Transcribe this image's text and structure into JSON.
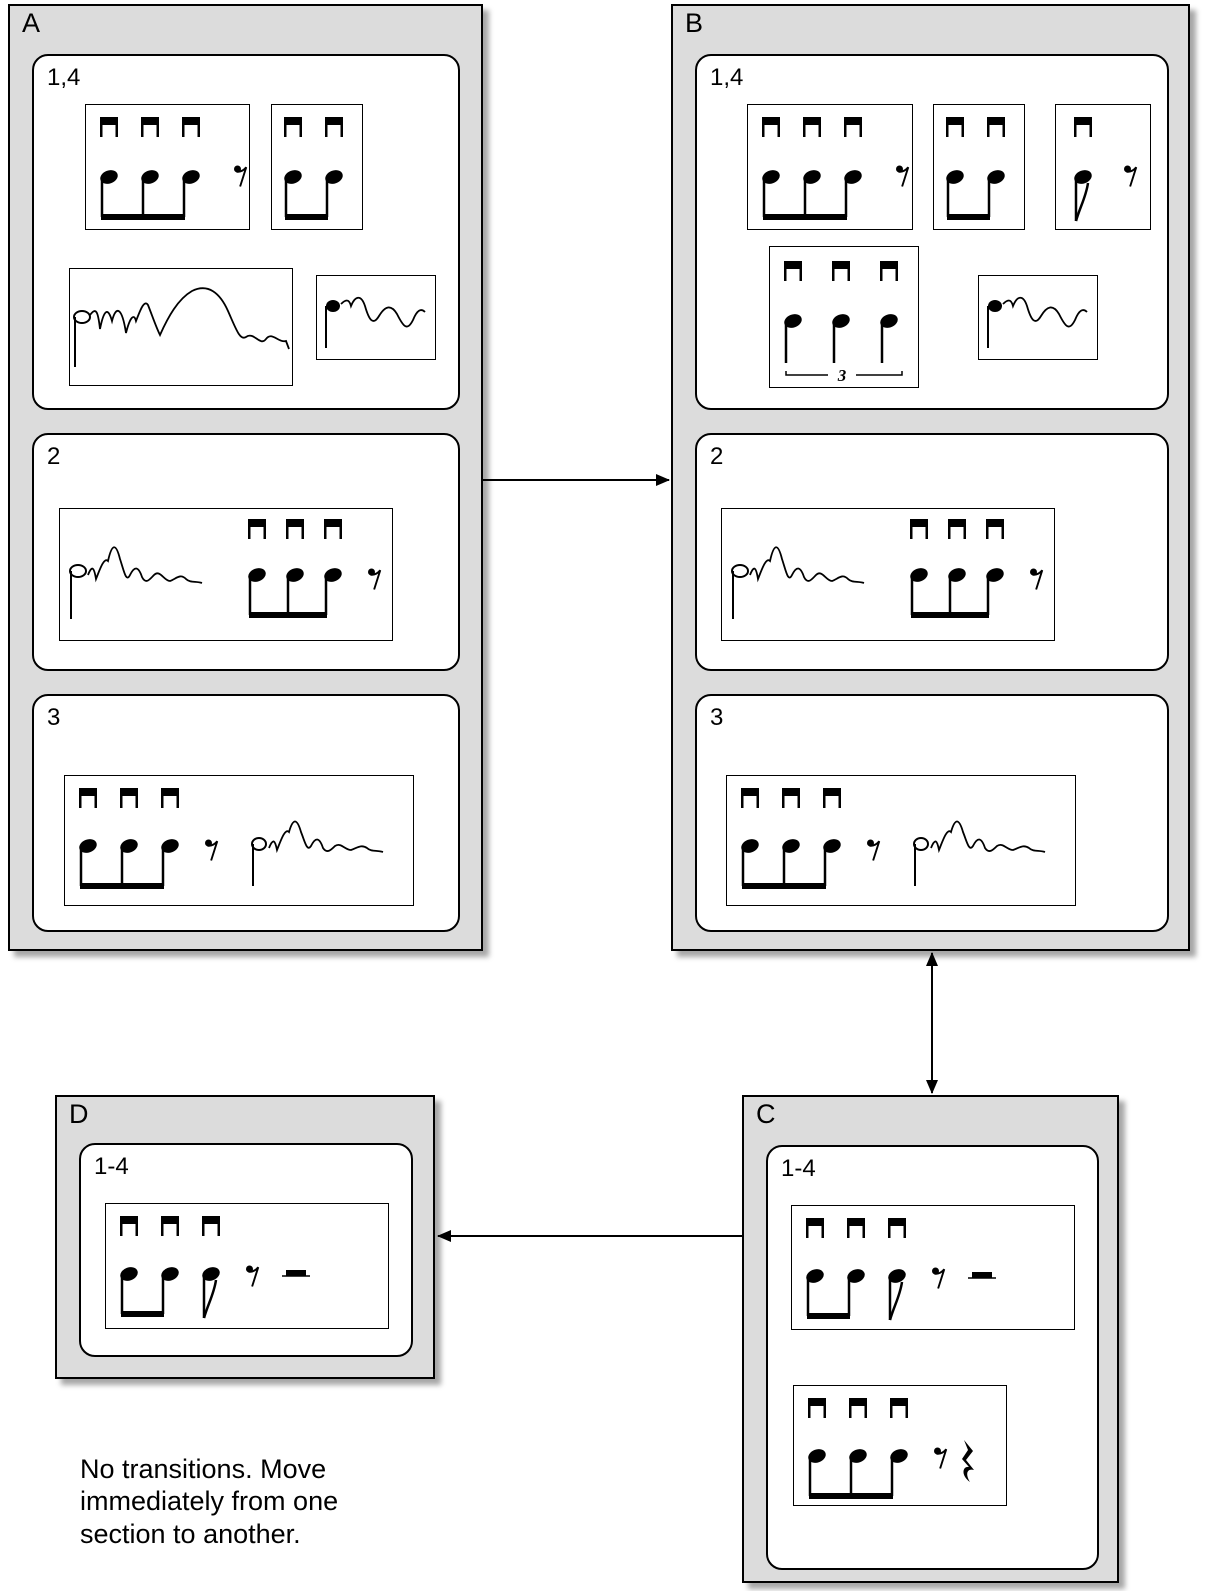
{
  "groups": {
    "a": {
      "label": "A",
      "sections": {
        "s14": "1,4",
        "s2": "2",
        "s3": "3"
      }
    },
    "b": {
      "label": "B",
      "sections": {
        "s14": "1,4",
        "s2": "2",
        "s3": "3"
      },
      "triplet_label": "3"
    },
    "c": {
      "label": "C",
      "sections": {
        "s14": "1-4"
      }
    },
    "d": {
      "label": "D",
      "sections": {
        "s14": "1-4"
      }
    }
  },
  "note": "No transitions. Move immediately from one section to another.",
  "colors": {
    "group_fill": "#dcdcdc",
    "section_fill": "#ffffff",
    "ink": "#000000"
  },
  "arrows": [
    {
      "from": "A",
      "to": "B",
      "kind": "one-way"
    },
    {
      "from": "B",
      "to": "C",
      "kind": "two-way"
    },
    {
      "from": "C",
      "to": "D",
      "kind": "one-way"
    }
  ]
}
